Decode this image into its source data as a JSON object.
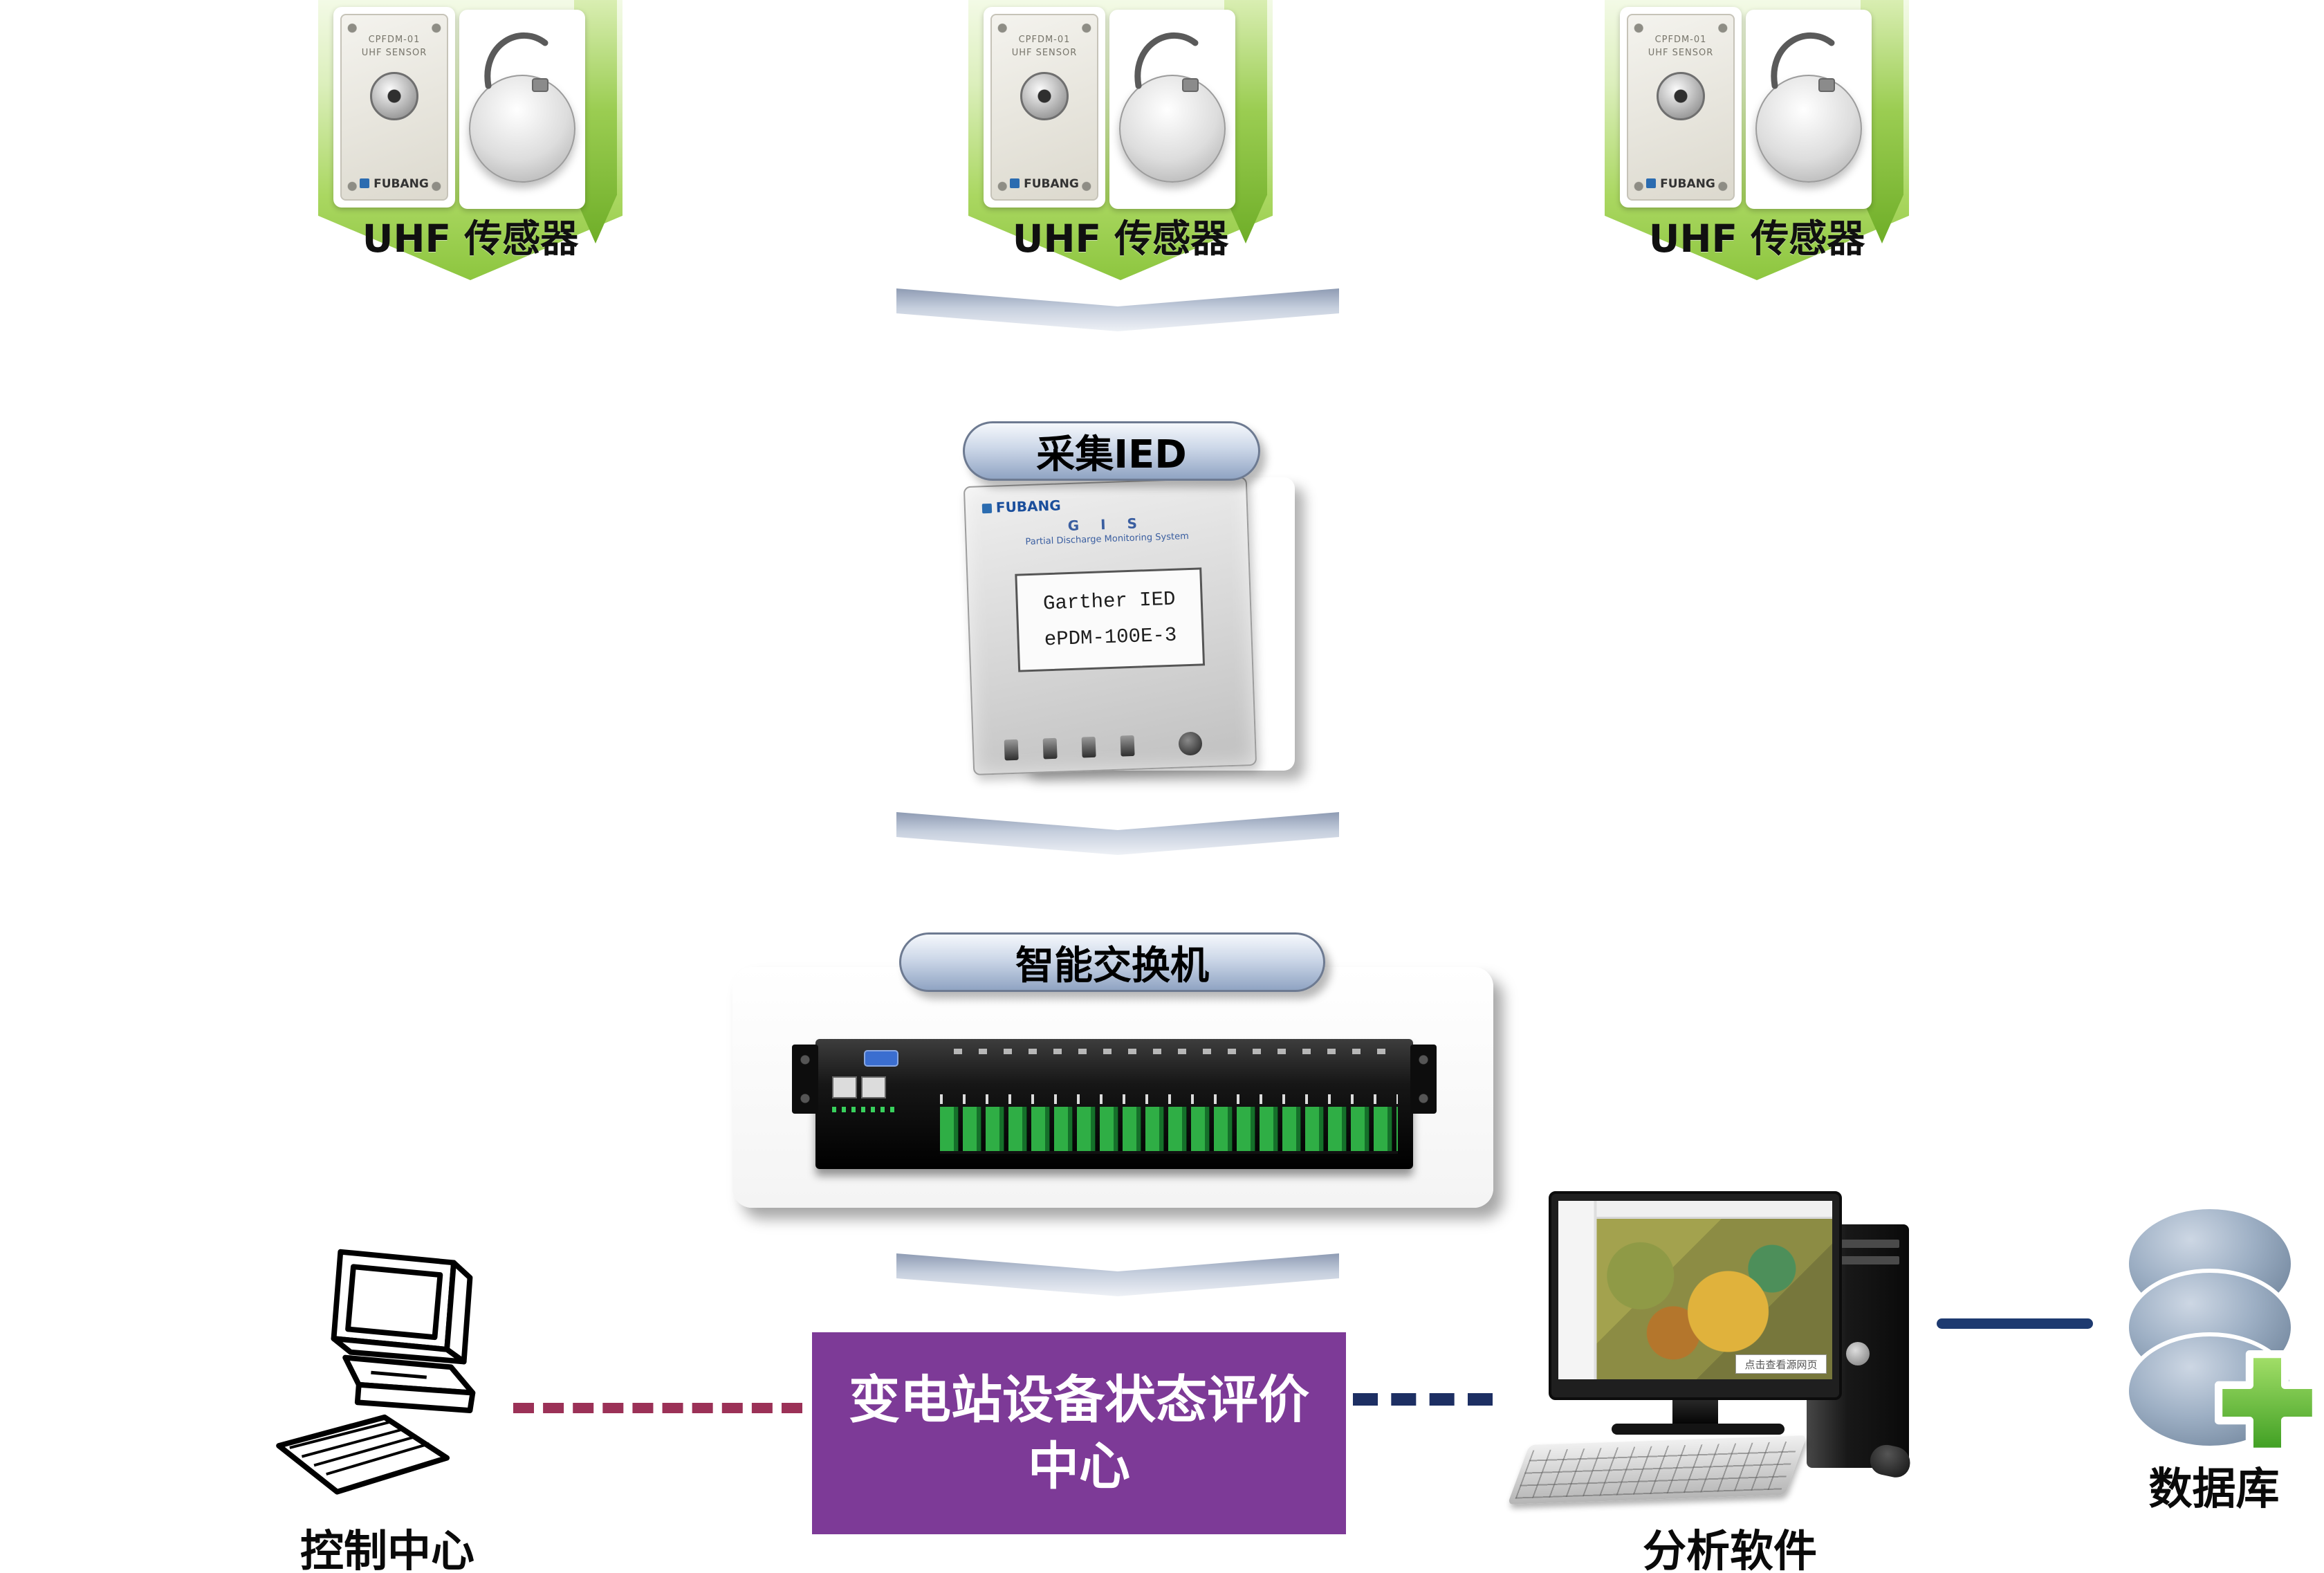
{
  "sensor": {
    "label": "UHF 传感器",
    "model": "CPFDM-01",
    "type": "UHF SENSOR",
    "brand": "FUBANG"
  },
  "ied": {
    "pill": "采集IED",
    "brand": "FUBANG",
    "sys1": "G I S",
    "sys2": "Partial Discharge Monitoring System",
    "name1": "Garther IED",
    "name2": "ePDM-100E-3"
  },
  "switch": {
    "pill": "智能交换机"
  },
  "center": {
    "line1": "变电站设备状态评价",
    "line2": "中心"
  },
  "control": {
    "label": "控制中心"
  },
  "software": {
    "label": "分析软件",
    "caption": "点击查看源网页"
  },
  "database": {
    "label": "数据库"
  },
  "colors": {
    "banner_green": "#8dc63f",
    "purple_box": "#7d3a97",
    "maroon_line": "#9b3157",
    "navy_line": "#1d3a70",
    "pill_blue": "#90a4c3"
  }
}
